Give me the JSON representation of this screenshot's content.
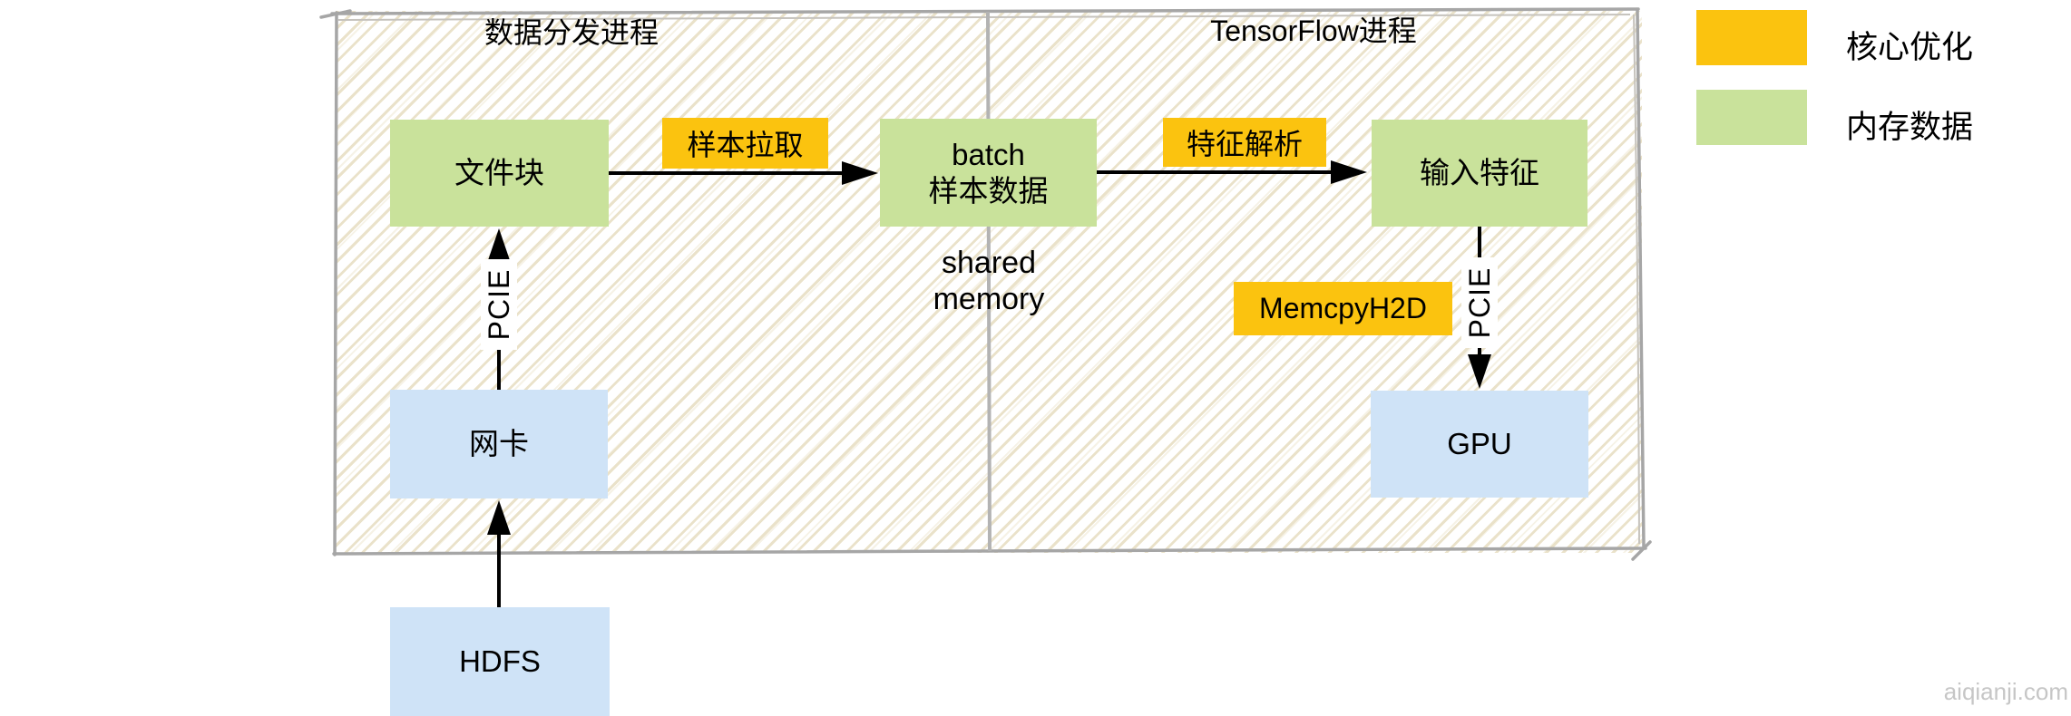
{
  "panels": {
    "left_title": "数据分发进程",
    "right_title": "TensorFlow进程"
  },
  "nodes": {
    "file_block": "文件块",
    "batch_line1": "batch",
    "batch_line2": "样本数据",
    "input_features": "输入特征",
    "nic": "网卡",
    "gpu": "GPU",
    "hdfs": "HDFS"
  },
  "edge_labels": {
    "sample_pull": "样本拉取",
    "feature_parse": "特征解析",
    "memcpy": "MemcpyH2D",
    "pcie_left": "PCIE",
    "pcie_right": "PCIE",
    "shared_memory_lines": [
      "shared",
      "memory"
    ]
  },
  "legend": {
    "items": [
      {
        "label": "核心优化",
        "color": "#fbc30f"
      },
      {
        "label": "内存数据",
        "color": "#c9e29b"
      }
    ]
  },
  "watermark": "aiqianji.com",
  "colors": {
    "core_optimization": "#fbc30f",
    "memory_data": "#c9e29b",
    "device_box": "#cfe3f7",
    "border_gray": "#a6a6a6",
    "arrow_black": "#000000"
  }
}
